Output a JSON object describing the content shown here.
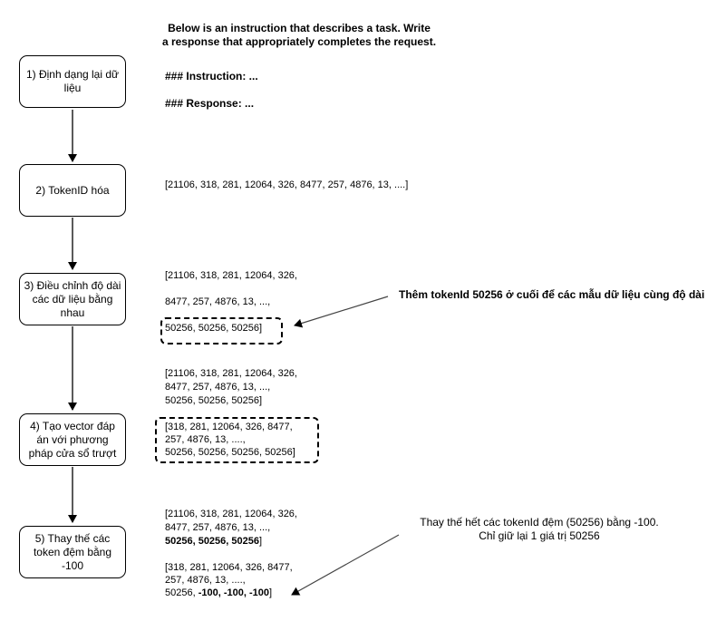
{
  "header": {
    "line1": "Below is an instruction that describes a task. Write",
    "line2": "a response that appropriately completes the request."
  },
  "template": {
    "instruction": "### Instruction: ...",
    "response": "### Response: ..."
  },
  "steps": [
    {
      "label": "1) Định dạng lại dữ liệu"
    },
    {
      "label": "2) TokenID hóa"
    },
    {
      "label": "3) Điều chỉnh độ dài các dữ liệu bằng nhau"
    },
    {
      "label": "4) Tạo vector đáp án với phương pháp cửa sổ trượt"
    },
    {
      "label": "5) Thay thế các token đệm bằng -100"
    }
  ],
  "tokens": {
    "step2": "[21106, 318, 281, 12064, 326, 8477, 257, 4876, 13, ....]",
    "step3_l1": "[21106, 318, 281, 12064, 326,",
    "step3_l2": "8477, 257, 4876, 13, ...,",
    "step3_l3": "50256, 50256, 50256]",
    "input4_l1": "[21106, 318, 281, 12064, 326,",
    "input4_l2": "8477, 257, 4876, 13, ...,",
    "input4_l3": "50256, 50256, 50256]",
    "target4_l1": "[318, 281, 12064, 326, 8477,",
    "target4_l2": "257, 4876, 13, ....,",
    "target4_l3": "50256, 50256, 50256, 50256]",
    "input5_l1": "[21106, 318, 281, 12064, 326,",
    "input5_l2": "8477, 257, 4876, 13, ...,",
    "input5_l3": "50256, 50256, 50256",
    "input5_l3_end": "]",
    "target5_l1": "[318, 281, 12064, 326, 8477,",
    "target5_l2": "257, 4876, 13, ....,",
    "target5_l3_a": "50256, ",
    "target5_l3_b": "-100, -100, -100",
    "target5_l3_end": "]"
  },
  "notes": {
    "padding_note": "Thêm tokenId 50256 ở cuối để các mẫu dữ liệu cùng độ dài",
    "replace_note_l1": "Thay thế hết các tokenId đệm (50256) bằng -100.",
    "replace_note_l2": "Chỉ giữ lại 1 giá trị 50256"
  }
}
